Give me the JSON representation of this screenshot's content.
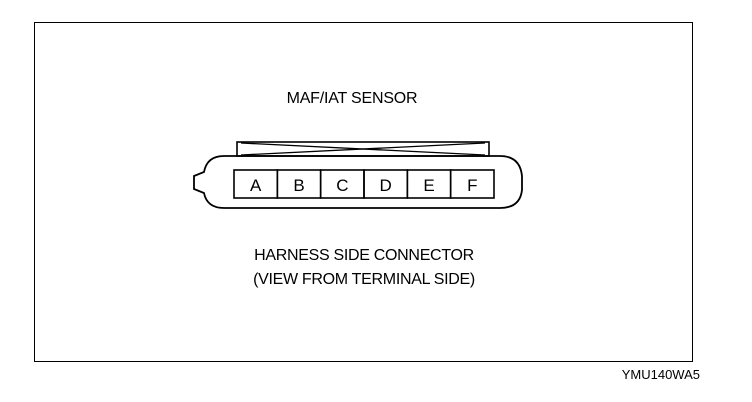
{
  "title": "MAF/IAT SENSOR",
  "connector": {
    "terminals": [
      "A",
      "B",
      "C",
      "D",
      "E",
      "F"
    ]
  },
  "caption": {
    "line1": "HARNESS SIDE CONNECTOR",
    "line2": "(VIEW FROM TERMINAL SIDE)"
  },
  "figure_id": "YMU140WA5"
}
